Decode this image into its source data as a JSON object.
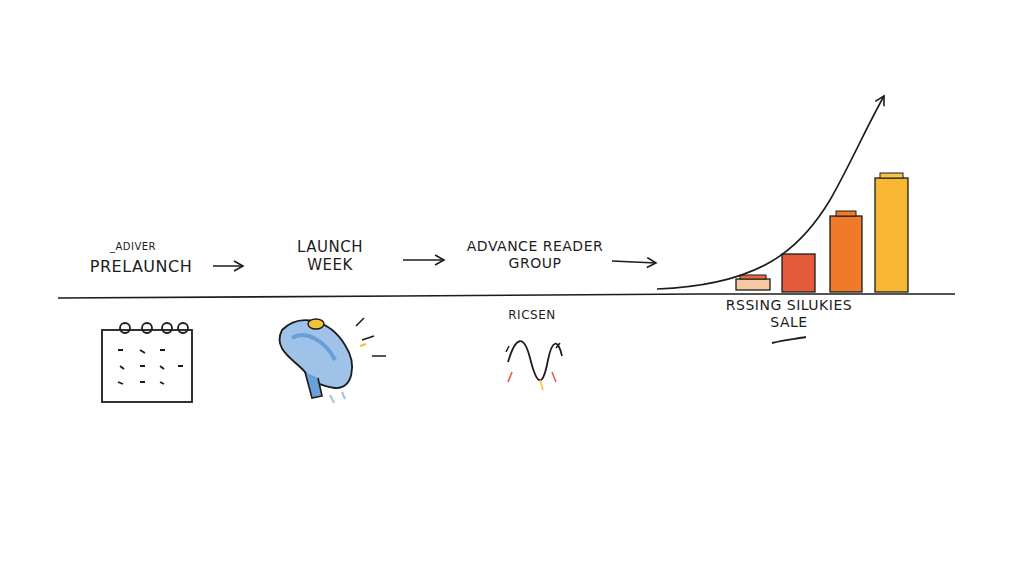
{
  "diagram": {
    "labels": [
      "_ADIVER",
      "PRELAUNCH",
      "LAUNCH WEEK",
      "ADVANCE READER GROUP",
      "RICSEN",
      "RSSING SILUKIES SALE"
    ]
  }
}
